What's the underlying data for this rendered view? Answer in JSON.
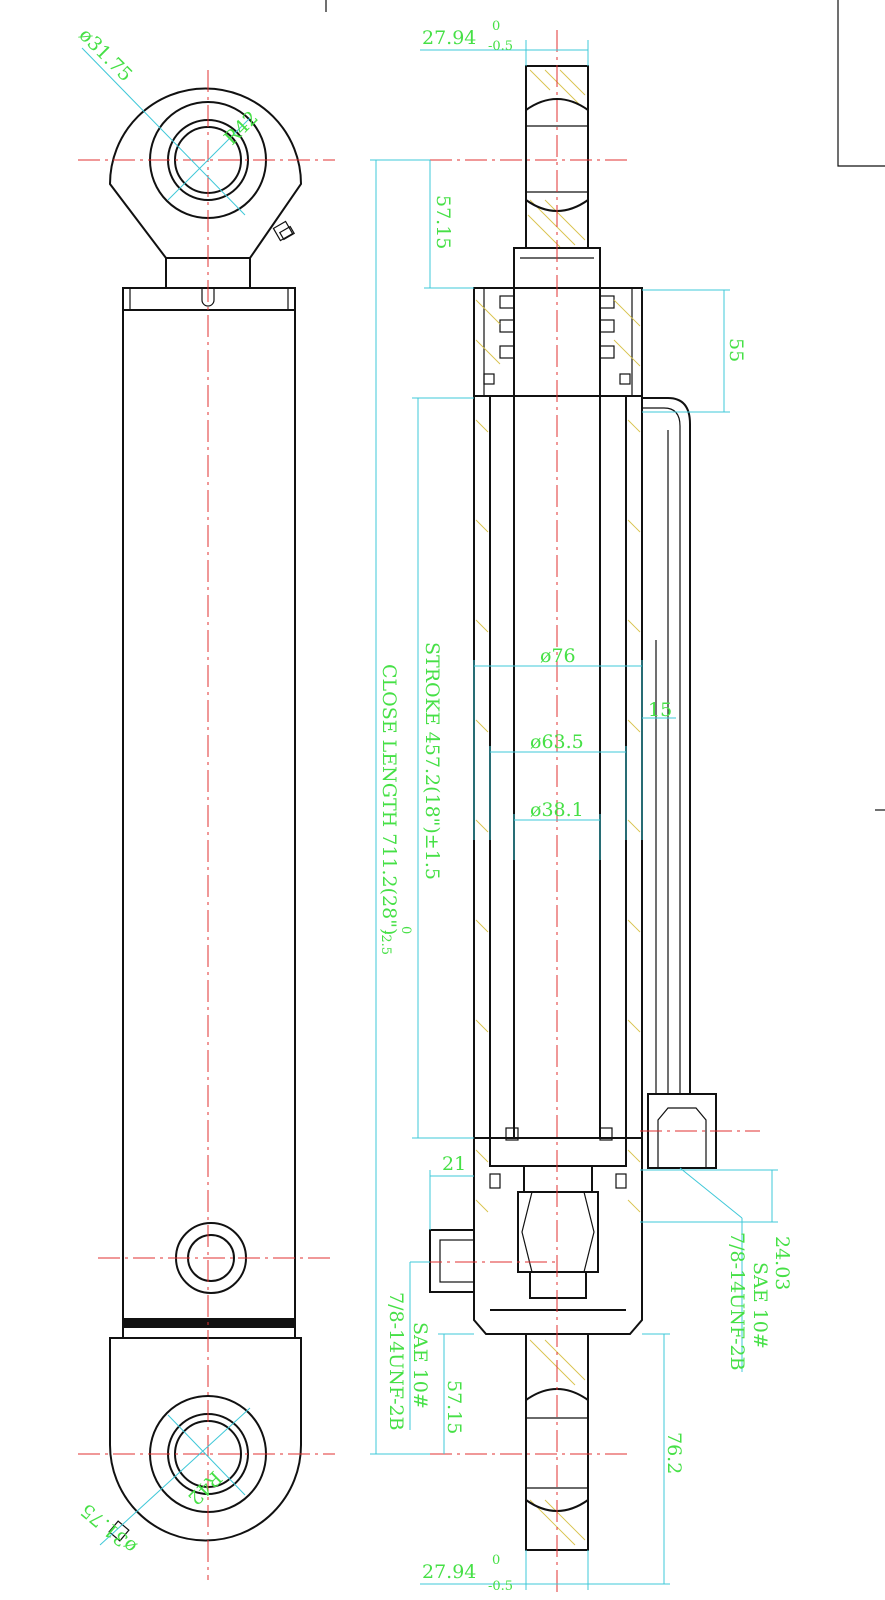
{
  "drawing": {
    "colors": {
      "outline": "#111111",
      "centerline": "#e03030",
      "dimension_line": "#3fc8d8",
      "dimension_text": "#46e046",
      "hatch": "#d8c24a"
    },
    "left_view": {
      "pin_diameter_top": "ø31.75",
      "radius_top": "R42",
      "pin_diameter_bottom": "ø31.75",
      "radius_bottom": "R42"
    },
    "section_view": {
      "pin_width_top": "27.94",
      "pin_width_top_tol_upper": "0",
      "pin_width_top_tol_lower": "-0.5",
      "pin_width_bottom": "27.94",
      "pin_width_bottom_tol_upper": "0",
      "pin_width_bottom_tol_lower": "-0.5",
      "eye_offset_top": "57.15",
      "gland_length": "55",
      "bore_diameter": "ø76",
      "tube_wall": "15",
      "tube_inner_diameter": "ø63.5",
      "rod_diameter": "ø38.1",
      "stroke_label": "STROKE 457.2(18\")±1.5",
      "close_length_label": "CLOSE LENGTH 711.2(28\")",
      "close_length_tol_upper": "0",
      "close_length_tol_lower": "-2.5",
      "port_offset": "21",
      "upper_port_offset": "24.03",
      "upper_port_spec_1": "SAE 10#",
      "upper_port_spec_2": "7/8-14UNF-2B",
      "lower_port_spec_1": "SAE 10#",
      "lower_port_spec_2": "7/8-14UNF-2B",
      "eye_offset_bottom": "57.15",
      "eye_center_bottom": "76.2"
    }
  }
}
